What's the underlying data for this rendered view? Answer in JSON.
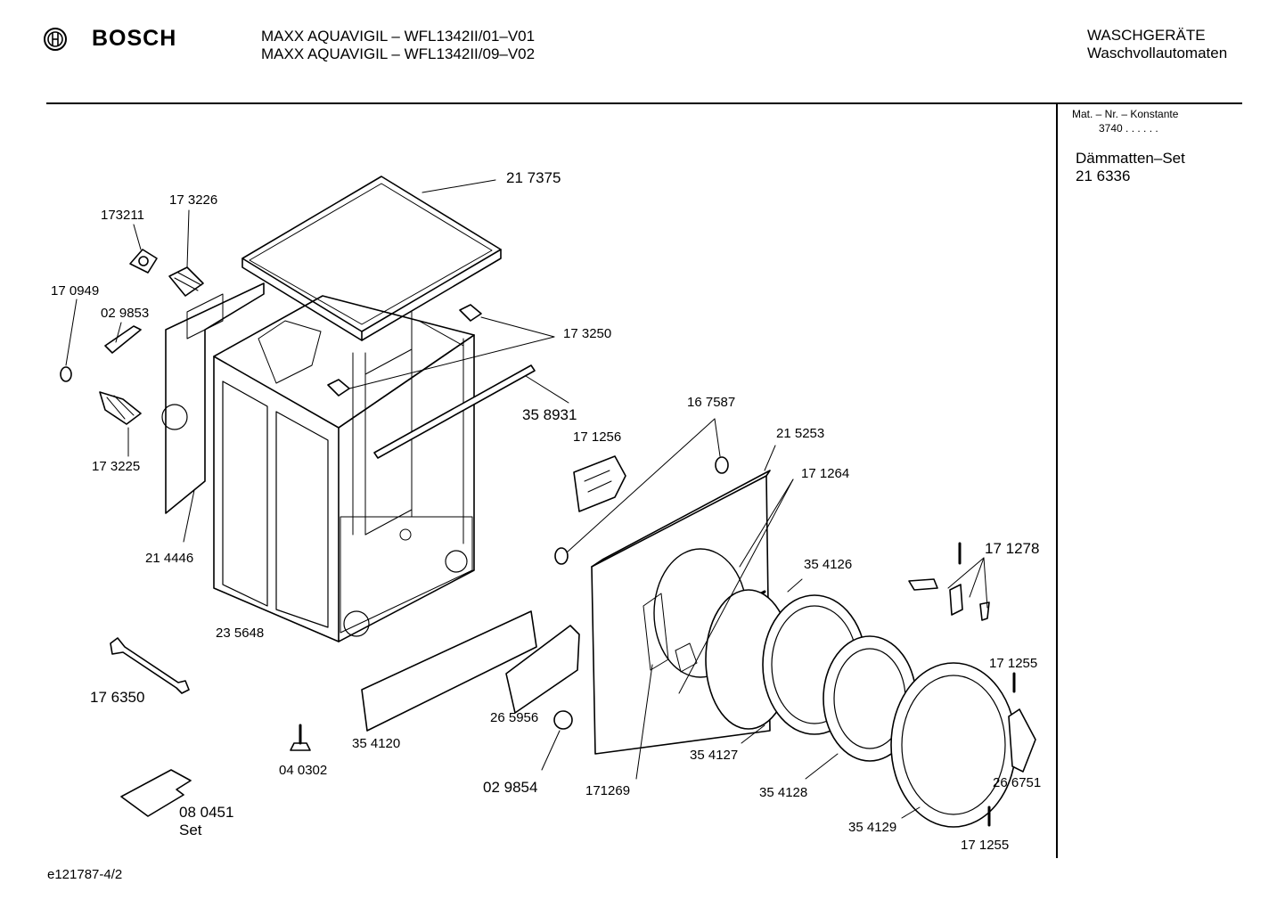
{
  "header": {
    "brand": "BOSCH",
    "model_line_1": "MAXX AQUAVIGIL – WFL1342II/01–V01",
    "model_line_2": "MAXX AQUAVIGIL – WFL1342II/09–V02",
    "category": "WASCHGERÄTE",
    "subcategory": "Waschvollautomaten"
  },
  "side_panel": {
    "mat_title": "Mat. – Nr. – Konstante",
    "mat_value": "3740  .  .    .  .  .  .",
    "insulation_label": "Dämmatten–Set",
    "insulation_part": "21 6336"
  },
  "parts": {
    "p217375": "21 7375",
    "p173211": "173211",
    "p173226": "17 3226",
    "p170949": "17 0949",
    "p029853": "02 9853",
    "p173250": "17 3250",
    "p358931": "35 8931",
    "p173225": "17 3225",
    "p214446": "21 4446",
    "p235648": "23 5648",
    "p176350": "17 6350",
    "p040302": "04 0302",
    "p354120": "35 4120",
    "p080451": "08 0451",
    "set": "Set",
    "p265956": "26 5956",
    "p029854": "02 9854",
    "p171256": "17 1256",
    "p167587": "16 7587",
    "p215253": "21 5253",
    "p171264": "17 1264",
    "p354126": "35 4126",
    "p171278": "17 1278",
    "p171255a": "17 1255",
    "p266751": "26 6751",
    "p171255b": "17 1255",
    "p354127": "35 4127",
    "p354128": "35 4128",
    "p354129": "35 4129",
    "p171269": "171269"
  },
  "footer": {
    "code": "e121787-4/2"
  }
}
